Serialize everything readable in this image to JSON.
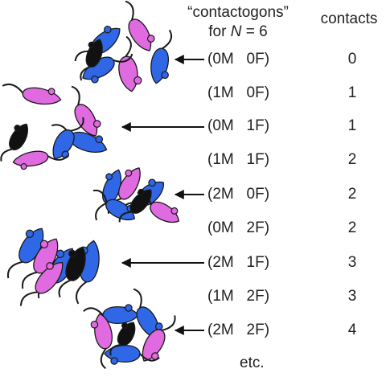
{
  "header": {
    "contactogons_line1": "“contactogons”",
    "contactogons_prefix": "for ",
    "contactogons_var": "N",
    "contactogons_suffix": " = 6",
    "contacts": "contacts"
  },
  "rows": [
    {
      "combo": "(0M   0F)",
      "count": "0",
      "arrow": true
    },
    {
      "combo": "(1M   0F)",
      "count": "1",
      "arrow": false
    },
    {
      "combo": "(0M   1F)",
      "count": "1",
      "arrow": true
    },
    {
      "combo": "(1M   1F)",
      "count": "2",
      "arrow": false
    },
    {
      "combo": "(2M   0F)",
      "count": "2",
      "arrow": true
    },
    {
      "combo": "(0M   2F)",
      "count": "2",
      "arrow": false
    },
    {
      "combo": "(2M   1F)",
      "count": "3",
      "arrow": true
    },
    {
      "combo": "(1M   2F)",
      "count": "3",
      "arrow": false
    },
    {
      "combo": "(2M   2F)",
      "count": "4",
      "arrow": true
    }
  ],
  "footer": {
    "etc": "etc."
  },
  "colors": {
    "male": "#2f67e6",
    "female": "#e06ae0",
    "focal": "#111111",
    "outline": "#1a1a1a"
  }
}
